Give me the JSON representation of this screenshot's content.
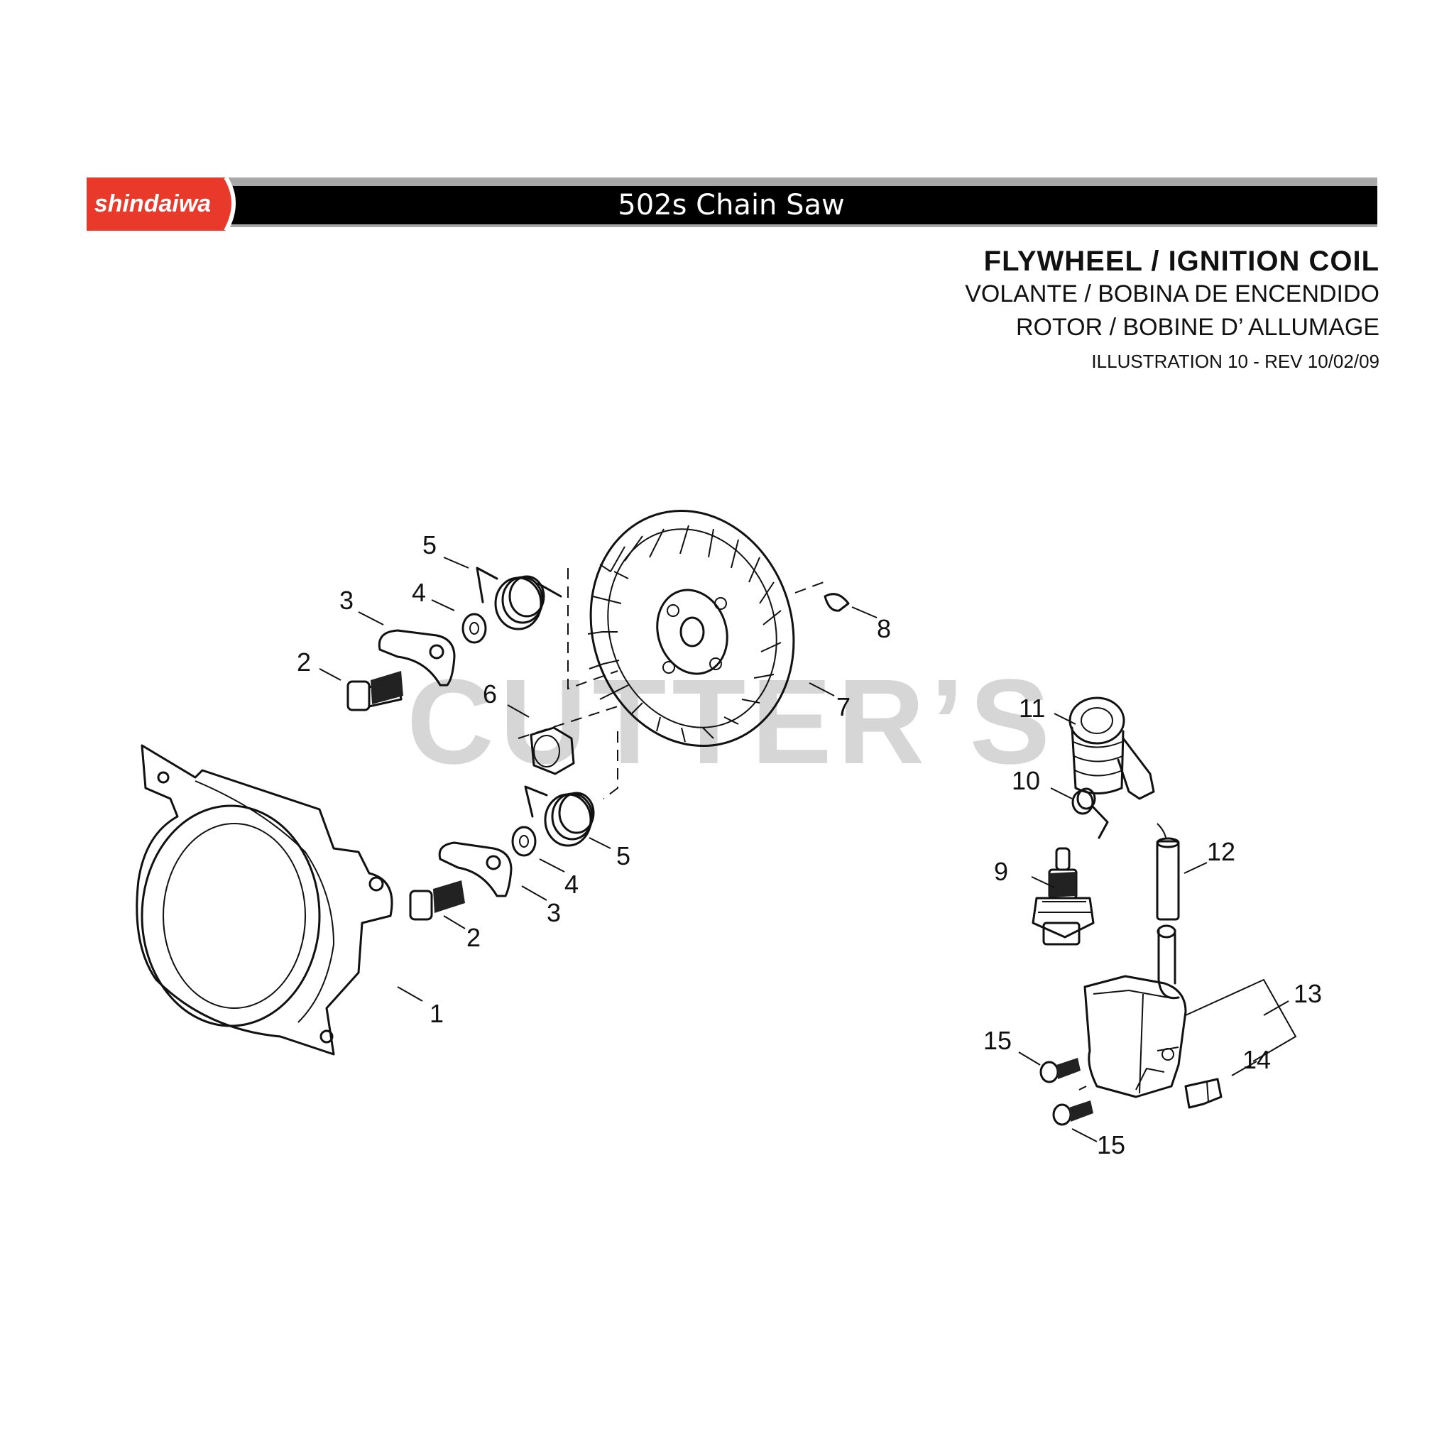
{
  "brand": {
    "logo_text": "shindaiwa",
    "accent_color": "#e8392b"
  },
  "header": {
    "model_title": "502s Chain Saw"
  },
  "section": {
    "title": "FLYWHEEL / IGNITION COIL",
    "title_es": "VOLANTE / BOBINA DE ENCENDIDO",
    "title_fr": "ROTOR / BOBINE D’ ALLUMAGE",
    "illustration": "ILLUSTRATION 10 - REV 10/02/09"
  },
  "watermark": "CUTTER’S",
  "callouts": {
    "c1": "1",
    "c2a": "2",
    "c2b": "2",
    "c3a": "3",
    "c3b": "3",
    "c4a": "4",
    "c4b": "4",
    "c5a": "5",
    "c5b": "5",
    "c6": "6",
    "c7": "7",
    "c8": "8",
    "c9": "9",
    "c10": "10",
    "c11": "11",
    "c12": "12",
    "c13": "13",
    "c14": "14",
    "c15a": "15",
    "c15b": "15"
  }
}
